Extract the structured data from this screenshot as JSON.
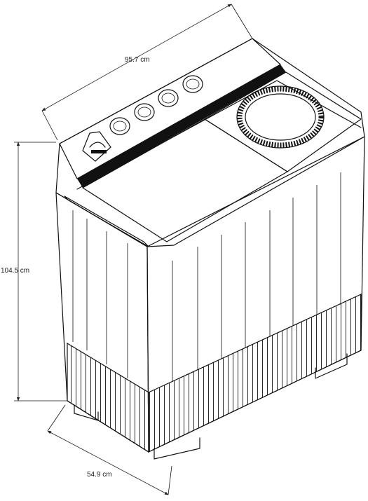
{
  "diagram": {
    "dimensions": {
      "width": "95.7 cm",
      "height": "104.5 cm",
      "depth": "54.9 cm"
    }
  }
}
